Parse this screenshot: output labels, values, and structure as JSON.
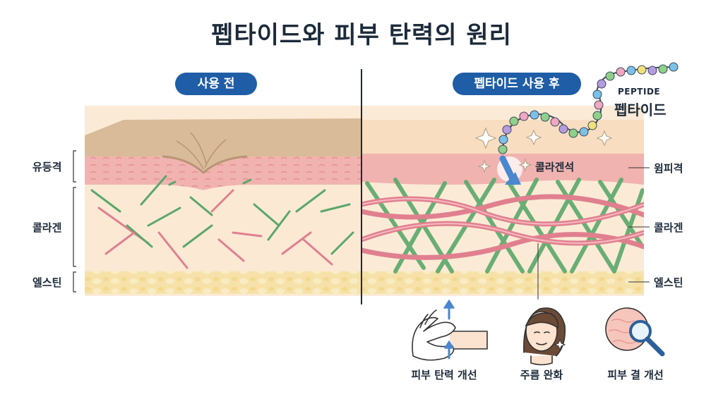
{
  "title": "펩타이드와 피부 탄력의 원리",
  "panels": {
    "before_label": "사용 전",
    "after_label": "펩타이드 사용 후"
  },
  "left_labels": [
    "유등격",
    "콜라겐",
    "엘스틴"
  ],
  "right_labels": [
    "윔피격",
    "콜라겐",
    "엘스틴"
  ],
  "peptide": {
    "english": "PEPTIDE",
    "korean": "펩타이드"
  },
  "callout": "콜라겐석",
  "benefits": [
    "피부 탄력 개선",
    "주름 완화",
    "피부 결 개선"
  ],
  "colors": {
    "accent": "#1f5da6",
    "collagen_green": "#5aa86a",
    "collagen_pink": "#e0808f",
    "dermis_pink": "#f2b7b4",
    "skin_tan": "#d9bb99",
    "elastin_yellow": "#f6e2a8"
  },
  "icons": [
    "sparkle-icon",
    "arrow-down-icon",
    "hand-stretch-icon",
    "face-icon",
    "magnifier-icon"
  ]
}
